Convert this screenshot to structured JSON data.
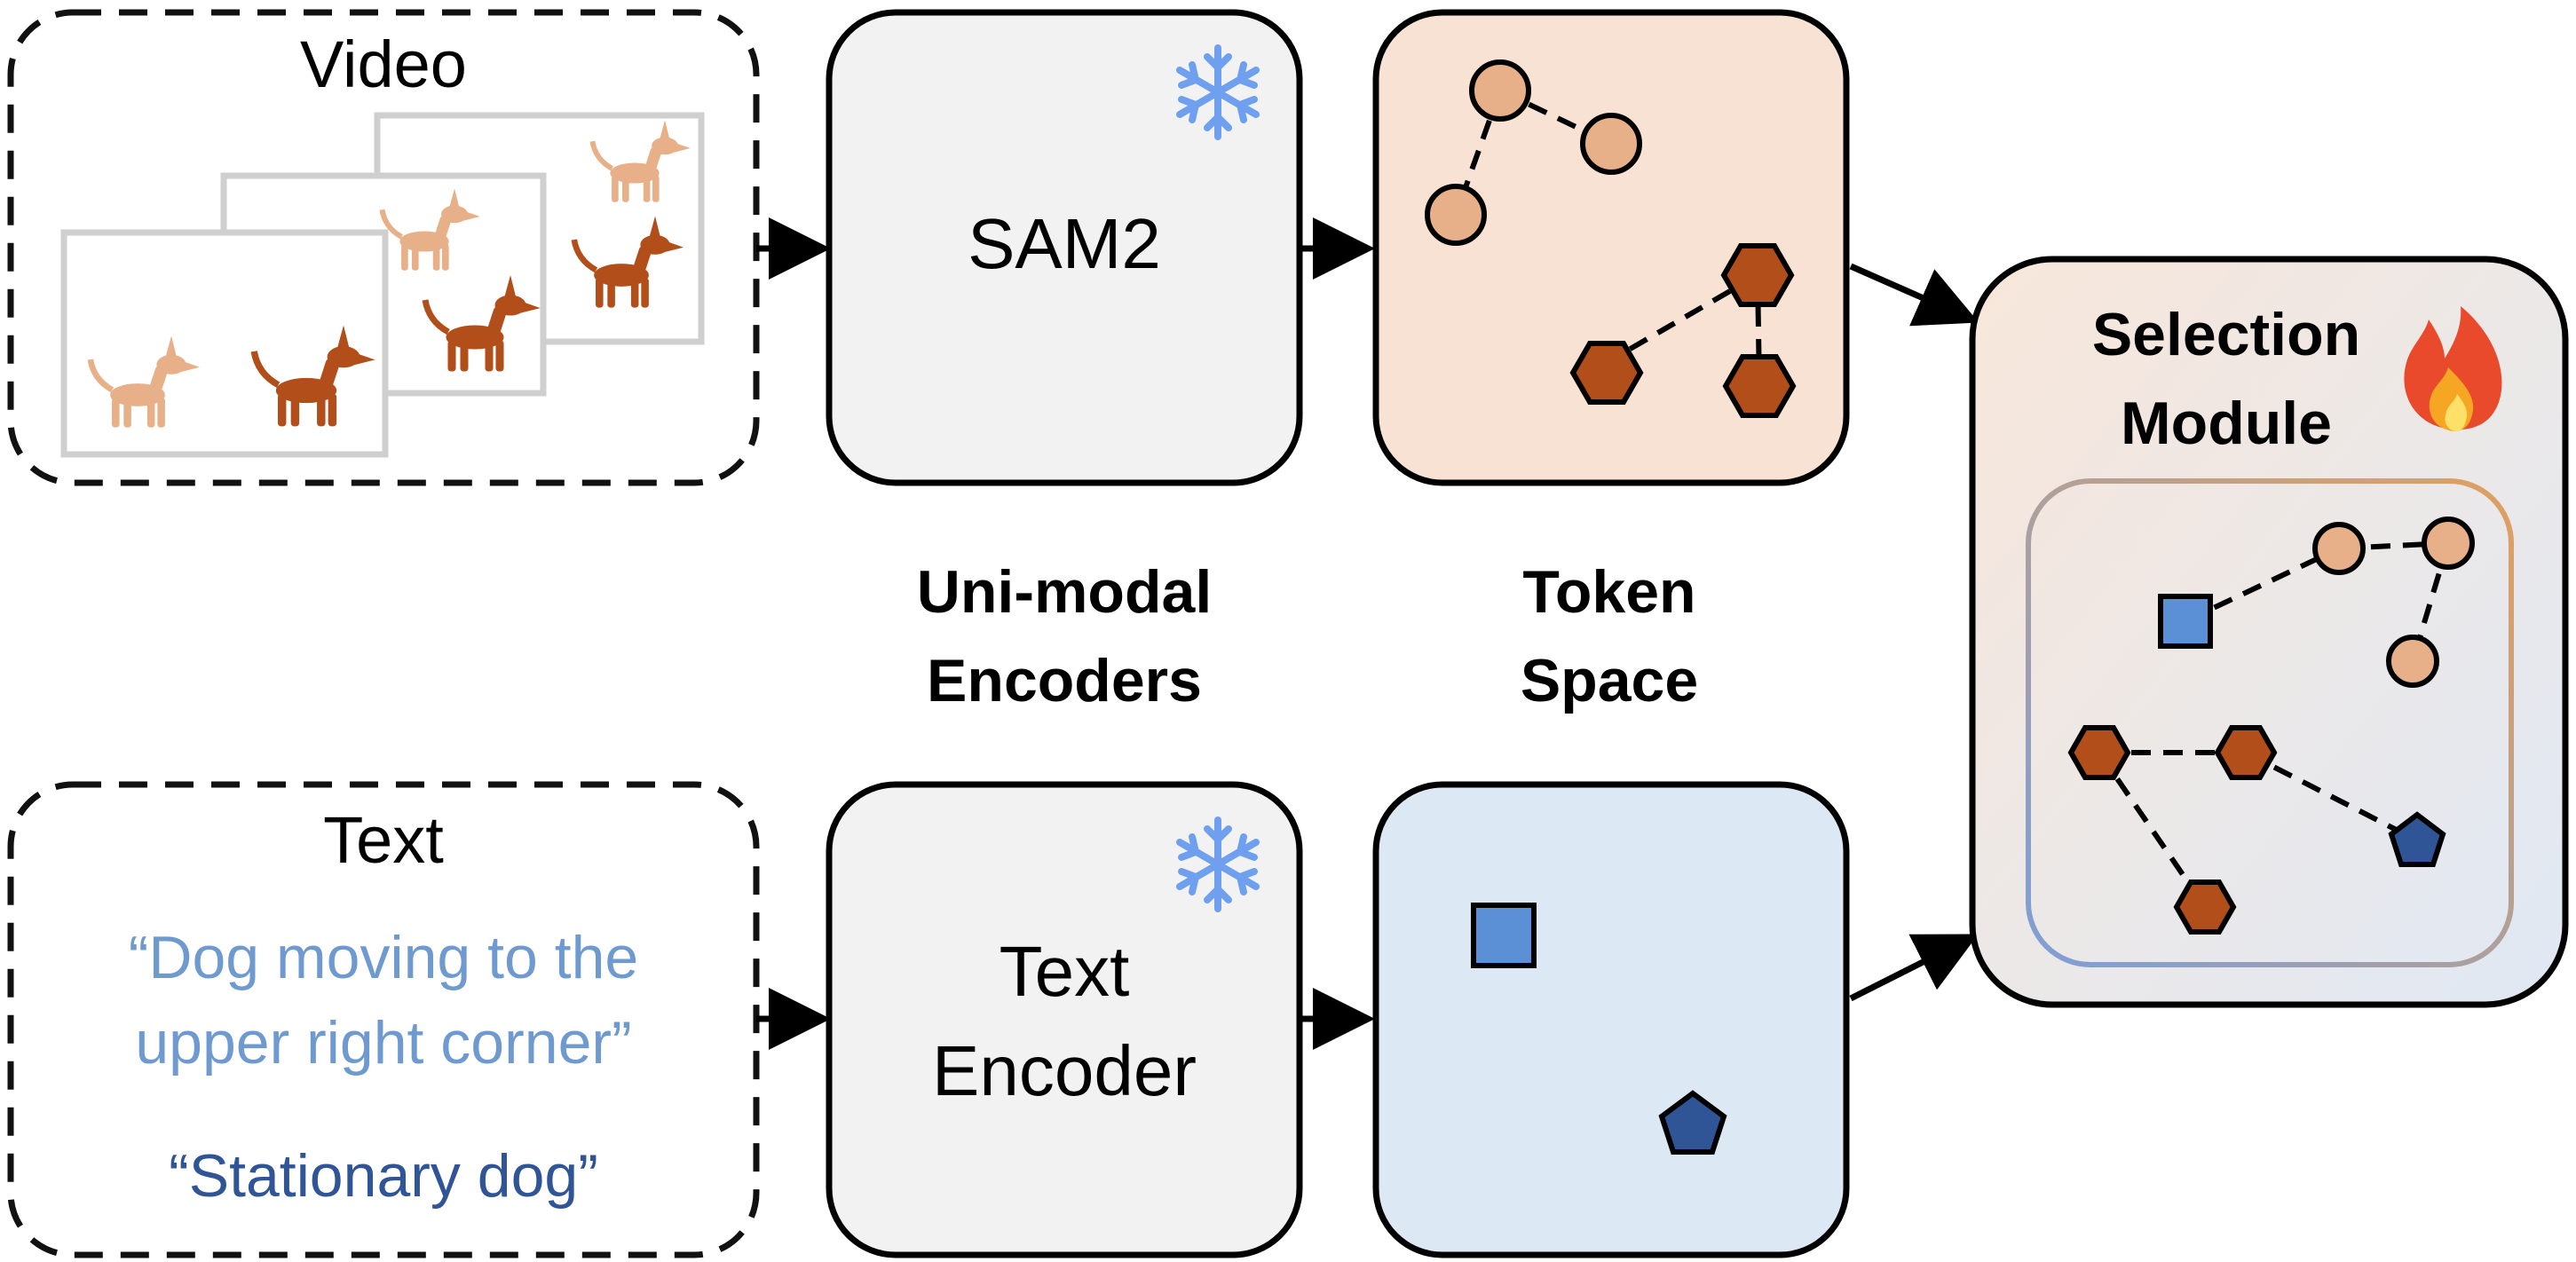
{
  "video_panel": {
    "title": "Video"
  },
  "text_panel": {
    "title": "Text",
    "quote1_line1": "“Dog moving to the",
    "quote1_line2": "upper right corner”",
    "quote2": "“Stationary dog”"
  },
  "encoders": {
    "sam2_label": "SAM2",
    "text_encoder_line1": "Text",
    "text_encoder_line2": "Encoder",
    "frozen_icon": "snowflake-icon"
  },
  "section_labels": {
    "unimodal_line1": "Uni-modal",
    "unimodal_line2": "Encoders",
    "token_line1": "Token",
    "token_line2": "Space"
  },
  "selection_module": {
    "title_line1": "Selection",
    "title_line2": "Module",
    "trainable_icon": "fire-icon"
  },
  "colors": {
    "light_dog": "#e8b088",
    "dark_dog": "#b24e1a",
    "light_blue_token": "#5b8fd6",
    "dark_blue_token": "#2f5597",
    "quote_light_blue": "#6f9ad0",
    "quote_dark_blue": "#2f5597",
    "snowflake": "#6fa0f0",
    "encoder_fill": "#f2f2f2",
    "video_token_fill": "#f7e2d4",
    "text_token_fill": "#dde8f5"
  }
}
